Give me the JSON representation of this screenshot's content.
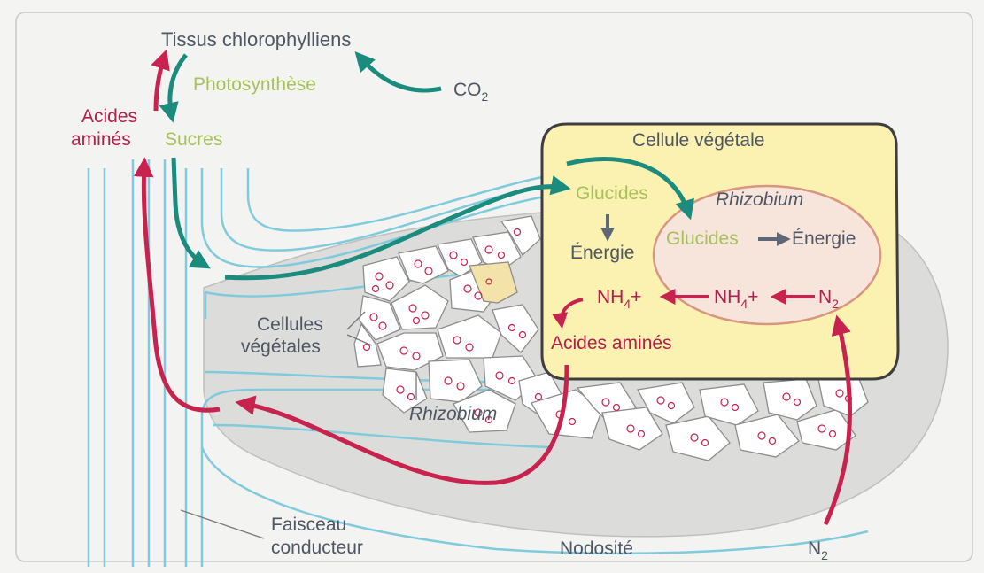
{
  "colors": {
    "teal": "#1a8b7c",
    "crimson": "#c8234f",
    "vessel": "#7fcbdc",
    "nodule_fill": "#dcdcda",
    "cell_yellow": "#fbf1b0",
    "rhizobium_pink": "#f7e5dc",
    "background": "#f4f4f2",
    "text_gray": "#4e5664",
    "text_green": "#a6c15a",
    "text_red": "#b21f4a"
  },
  "labels": {
    "tissus": "Tissus chlorophylliens",
    "photosynthese": "Photosynthèse",
    "co2_main": "CO",
    "co2_sub": "2",
    "acides_top_line1": "Acides",
    "acides_top_line2": "aminés",
    "sucres": "Sucres",
    "cellule_vegetale": "Cellule végétale",
    "glucides_cell": "Glucides",
    "energie_cell": "Énergie",
    "rhizobium_inner": "Rhizobium",
    "glucides_rhizo": "Glucides",
    "energie_rhizo": "Énergie",
    "nh4_left": "NH",
    "nh4_left_sub": "4",
    "nh4_left_sup": "+",
    "nh4_right": "NH",
    "nh4_right_sub": "4",
    "nh4_right_sup": "+",
    "n2_inner": "N",
    "n2_inner_sub": "2",
    "acides_cell": "Acides aminés",
    "cellules_line1": "Cellules",
    "cellules_line2": "végétales",
    "rhizobium_bottom": "Rhizobium",
    "faisceau_line1": "Faisceau",
    "faisceau_line2": "conducteur",
    "nodosite": "Nodosité",
    "n2_bottom": "N",
    "n2_bottom_sub": "2"
  }
}
